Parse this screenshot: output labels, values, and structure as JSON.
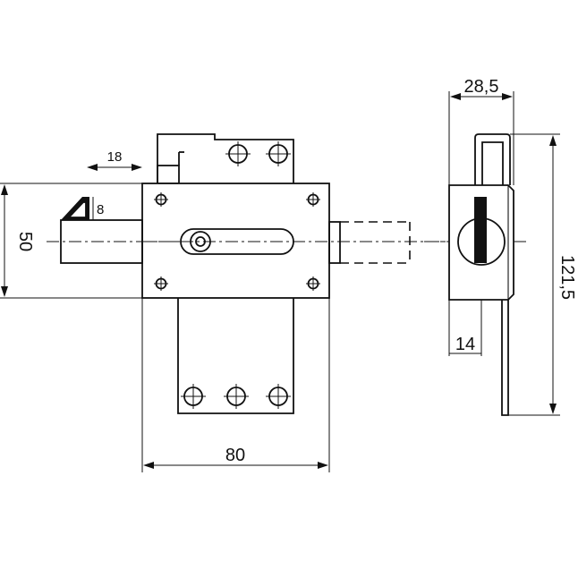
{
  "dimensions": {
    "width": "80",
    "height": "50",
    "bolt_travel": "18",
    "bevel": "8",
    "depth": "28,5",
    "total_height": "121,5",
    "keeper_offset": "14"
  }
}
